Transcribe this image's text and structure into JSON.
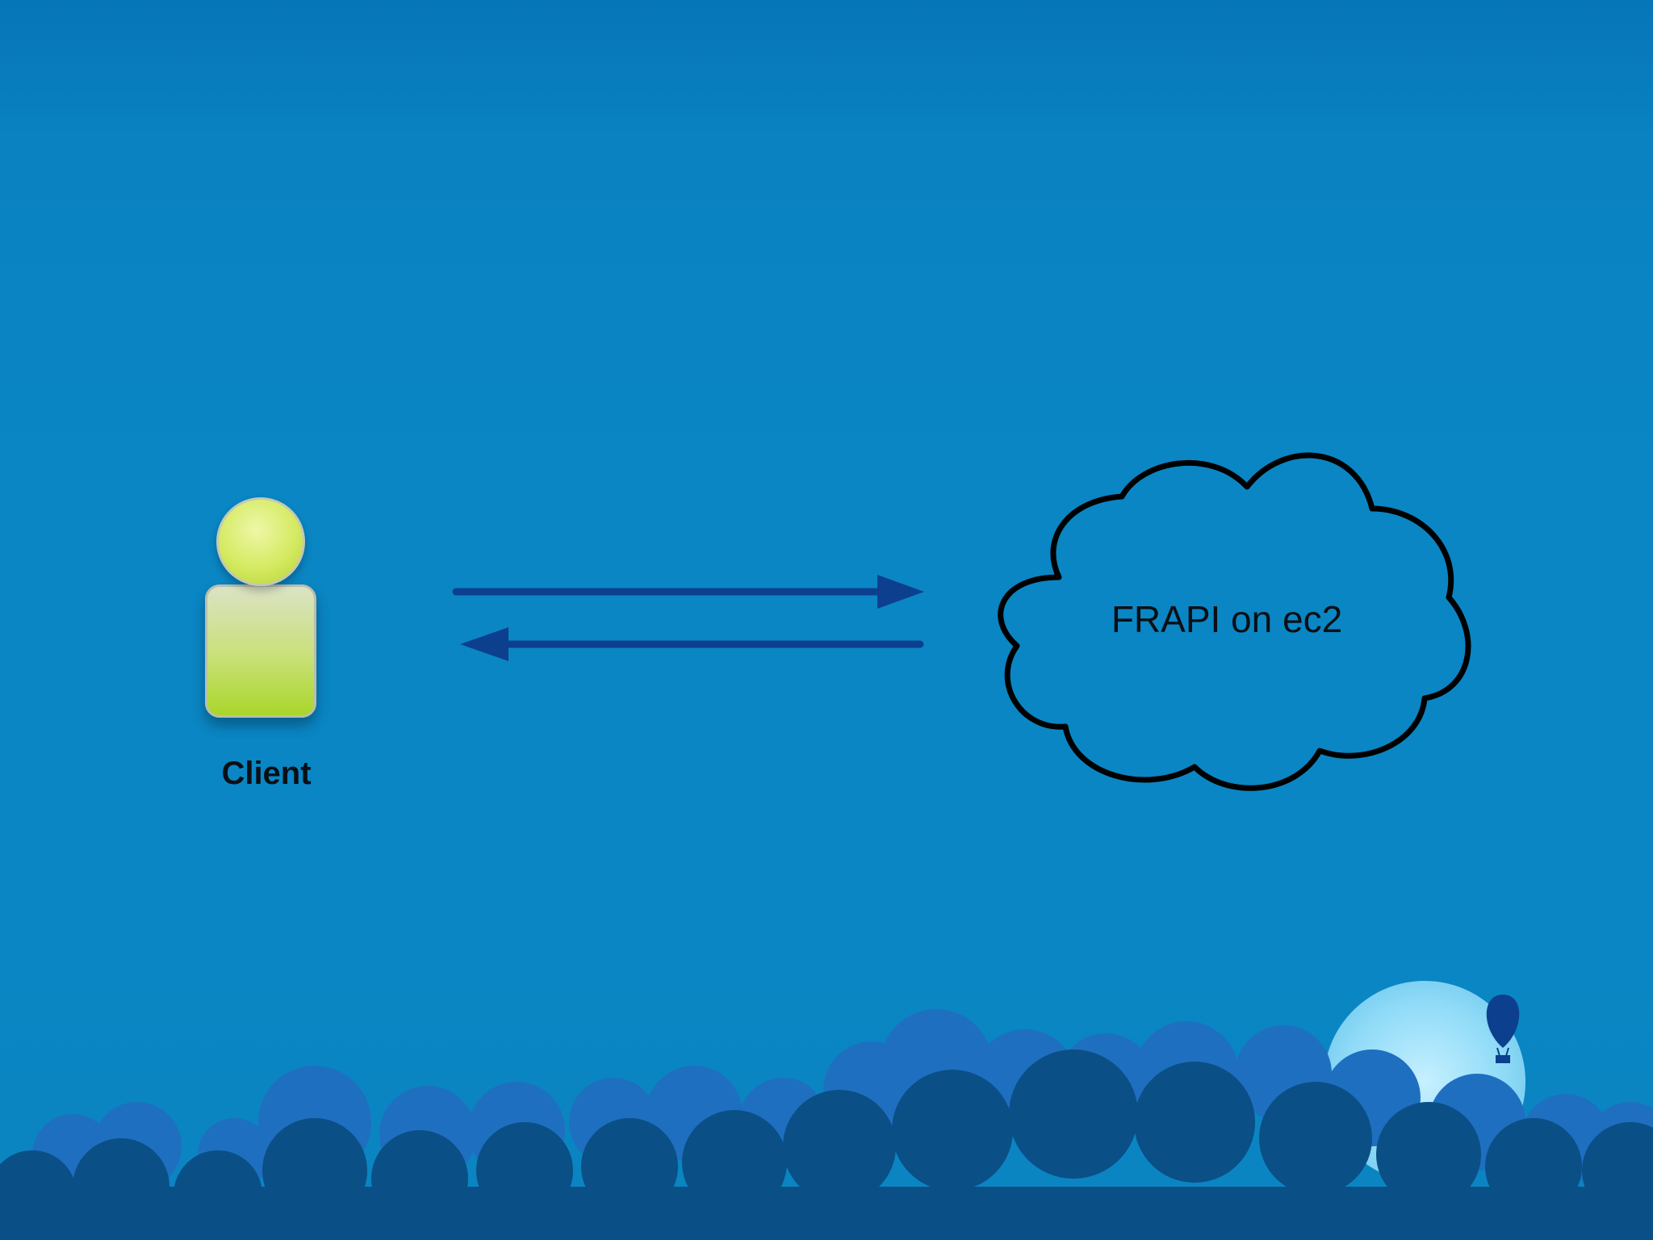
{
  "diagram": {
    "client": {
      "label": "Client"
    },
    "server": {
      "label": "FRAPI on ec2"
    },
    "arrows": [
      {
        "direction": "client-to-server"
      },
      {
        "direction": "server-to-client"
      }
    ]
  },
  "colors": {
    "background": "#0a86c4",
    "arrow": "#0d3f8f",
    "cloud_outline": "#000000",
    "client_figure": "#b6d334",
    "hills_dark": "#0a4f86",
    "hills_light": "#1f6fc0",
    "moon": "#a9e4fb"
  },
  "icons": {
    "client": "person-icon",
    "server": "cloud-shape",
    "decoration": "hot-air-balloon-icon"
  }
}
